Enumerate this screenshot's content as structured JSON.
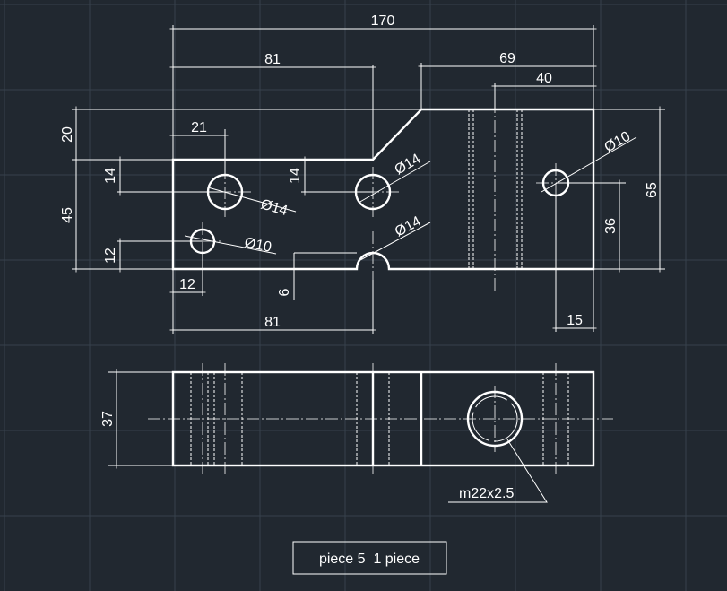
{
  "colors": {
    "background": "#212830",
    "grid": "#36414c",
    "line": "#ffffff"
  },
  "dimensions": {
    "overall_length": "170",
    "left_length_top": "81",
    "right_length": "69",
    "slot_offset": "40",
    "top_step": "20",
    "left_height": "45",
    "right_height": "65",
    "hole1_x": "21",
    "hole1_y": "14",
    "hole2_y": "14",
    "hole3_x": "12",
    "hole3_y": "12",
    "notch_depth": "6",
    "left_length_bottom": "81",
    "right_hole_y": "36",
    "right_hole_x": "15",
    "side_height": "37"
  },
  "callouts": {
    "hole1_dia": "Ø14",
    "hole2_dia": "Ø14",
    "notch_dia": "Ø14",
    "hole3_dia": "Ø10",
    "right_hole_dia": "Ø10",
    "thread": "m22x2.5"
  },
  "label": "piece 5  1 piece"
}
